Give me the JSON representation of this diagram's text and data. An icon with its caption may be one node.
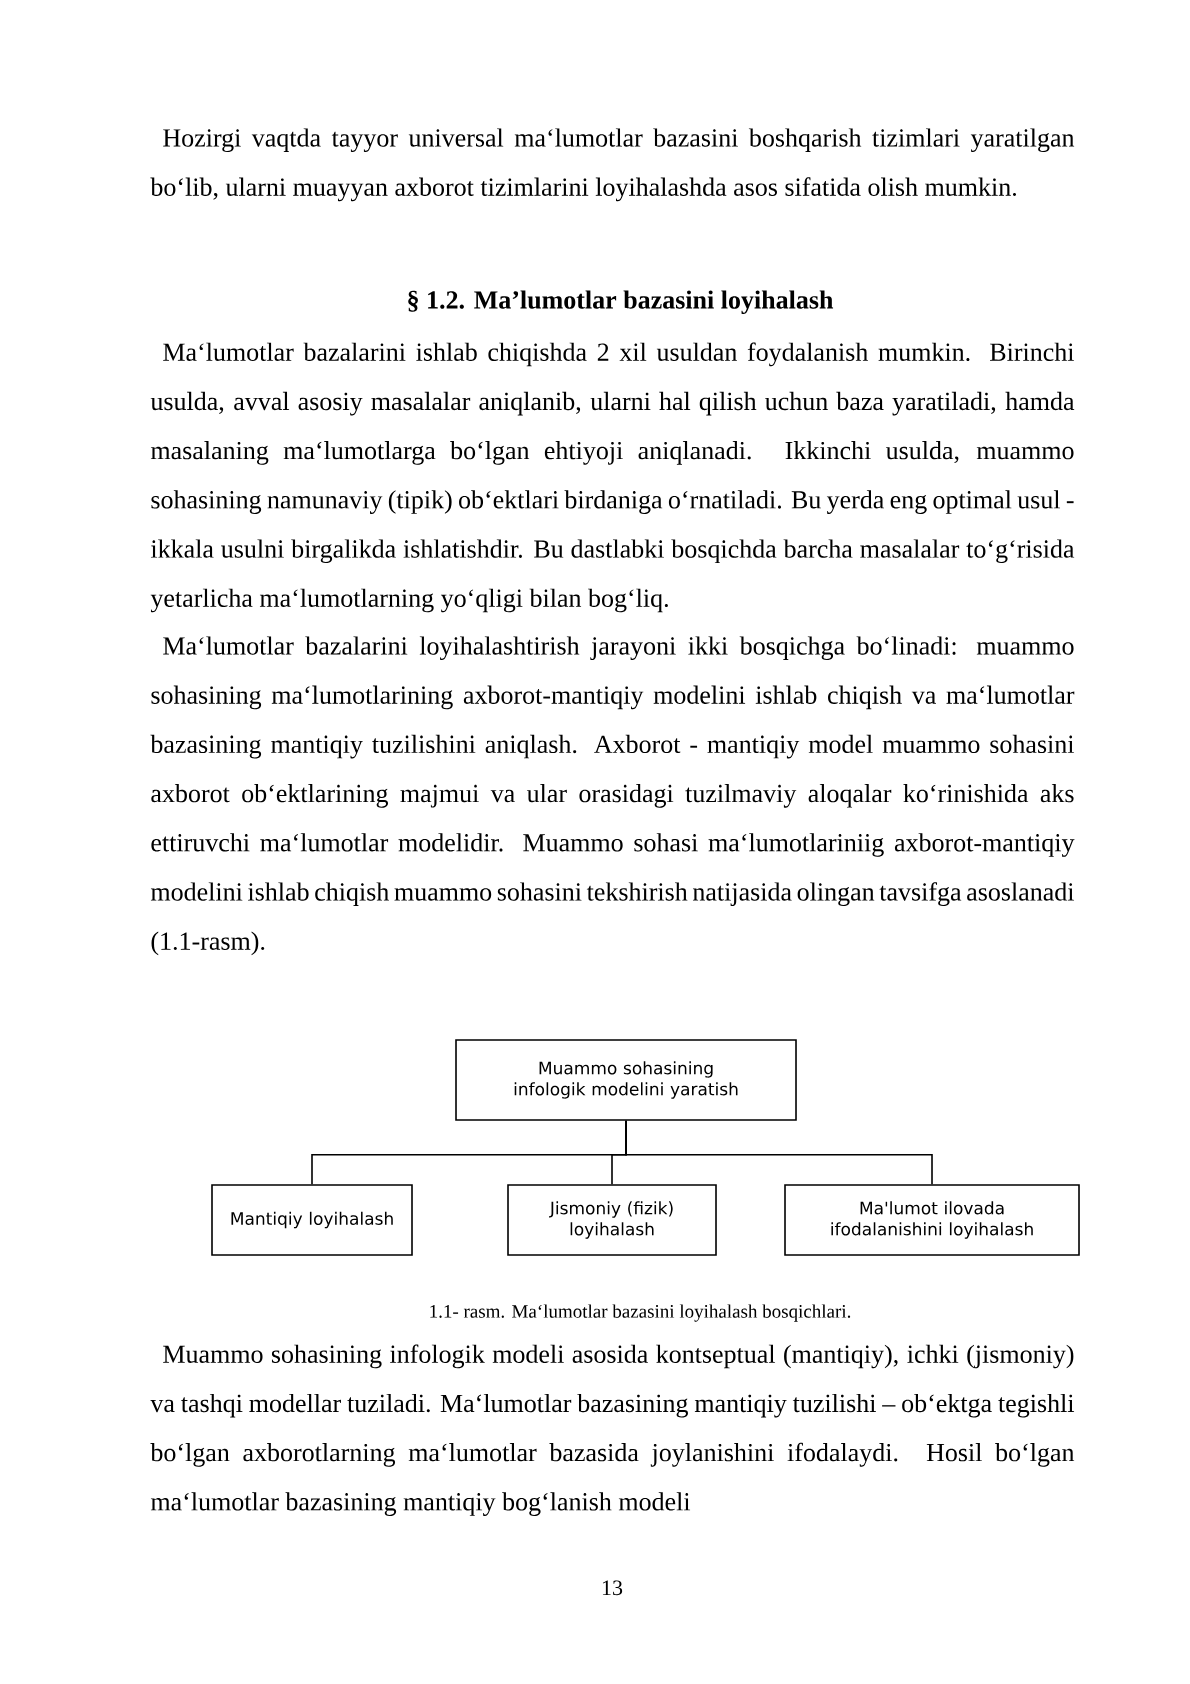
{
  "diagram": {
    "title": "§ 1.2. Ma’lumotlar bazasini loyihalash",
    "caption": "1.1- rasm. Ma‘lumotlar bazasini loyihalash bosqichlari.",
    "nodes": [
      {
        "text": [
          "Muammo sohasining infologik modelini yaratish"
        ]
      },
      {
        "text": [
          "Mantiqiy loyihalash"
        ]
      },
      {
        "text": [
          "Jismoniy (fizik) loyihalash"
        ]
      },
      {
        "text": [
          "Ma'lumot ilovada ifodalanishini loyihalash"
        ]
      }
    ],
    "edges": [
      {
        "from": 0,
        "to": 1,
        "arrow": "none"
      },
      {
        "from": 0,
        "to": 2,
        "arrow": "none"
      },
      {
        "from": 0,
        "to": 3,
        "arrow": "none"
      }
    ],
    "labels": [
      "Hozirgi vaqtda tayyor universal ma‘lumotlar bazasini boshqarish tizimlari yaratilgan bo‘lib, ularni muayyan axborot tizimlarini loyihalashda asos sifatida olish mumkin.",
      "Ma‘lumotlar bazalarini ishlab chiqishda 2 xil usuldan foydalanish mumkin. Birinchi usulda, avval asosiy masalalar aniqlanib, ularni hal qilish uchun baza yaratiladi, hamda masalaning ma‘lumotlarga bo‘lgan ehtiyoji aniqlanadi. Ikkinchi usulda, muammo sohasining namunaviy (tipik) ob‘ektlari birdaniga o‘rnatiladi. Bu yerda eng optimal usul - ikkala usulni birgalikda ishlatishdir. Bu dastlabki bosqichda barcha masalalar to‘g‘risida yetarlicha ma‘lumotlarning yo‘qligi bilan bog‘liq.",
      "Ma‘lumotlar bazalarini loyihalashtirish jarayoni ikki bosqichga bo‘linadi: muammo sohasining ma‘lumotlarining axborot-mantiqiy modelini ishlab chiqish va ma‘lumotlar bazasining mantiqiy tuzilishini aniqlash. Axborot - mantiqiy model muammo sohasini axborot ob‘ektlarining majmui va ular orasidagi tuzilmaviy aloqalar ko‘rinishida aks ettiruvchi ma‘lumotlar modelidir. Muammo sohasi ma‘lumotlariniig axborot-mantiqiy modelini ishlab chiqish muammo sohasini tekshirish natijasida olingan tavsifga asoslanadi (1.1-rasm).",
      "Muammo sohasining infologik modeli asosida kontseptual (mantiqiy), ichki (jismoniy) va tashqi modellar tuziladi. Ma‘lumotlar bazasining mantiqiy tuzilishi – ob‘ektga tegishli bo‘lgan axborotlarning ma‘lumotlar bazasida joylanishini ifodalaydi. Hosil bo‘lgan ma‘lumotlar bazasining mantiqiy bog‘lanish modeli",
      "13"
    ]
  }
}
